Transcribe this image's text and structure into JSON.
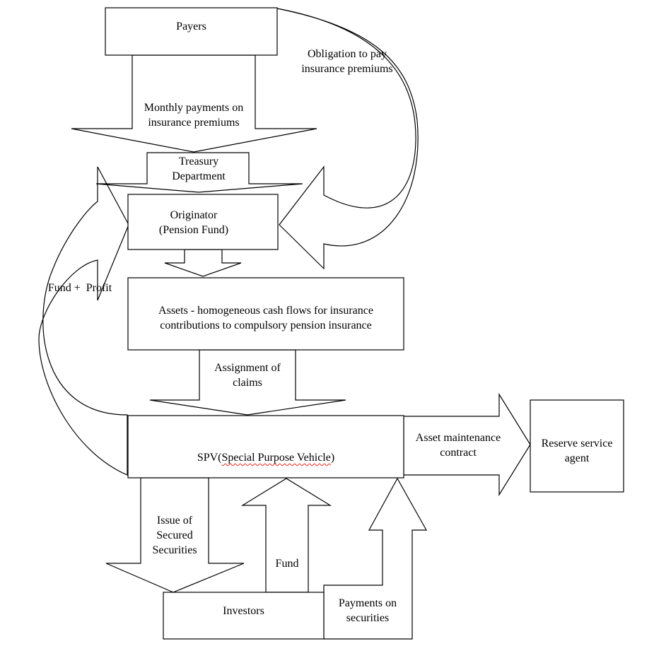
{
  "colors": {
    "stroke": "#000000",
    "fill": "#ffffff",
    "spellcheck_underline": "#e0281e"
  },
  "nodes": {
    "payers": "Payers",
    "treasury": "Treasury Department",
    "originator": "Originator (Pension Fund)",
    "assets": "Assets - homogeneous cash flows for insurance contributions to compulsory pension insurance",
    "spv_prefix": "SPV(",
    "spv_name": "Special Purpose Vehicle",
    "spv_suffix": ")",
    "reserve": "Reserve service agent",
    "investors": "Investors"
  },
  "flows": {
    "obligation": "Obligation to pay insurance premiums",
    "monthly": "Monthly payments on insurance premiums",
    "fund_profit": "Fund +  Profit",
    "assignment": "Assignment of claims",
    "asset_maintenance": "Asset maintenance contract",
    "issue": "Issue of Secured Securities",
    "fund": "Fund",
    "payments": "Payments on securities"
  }
}
